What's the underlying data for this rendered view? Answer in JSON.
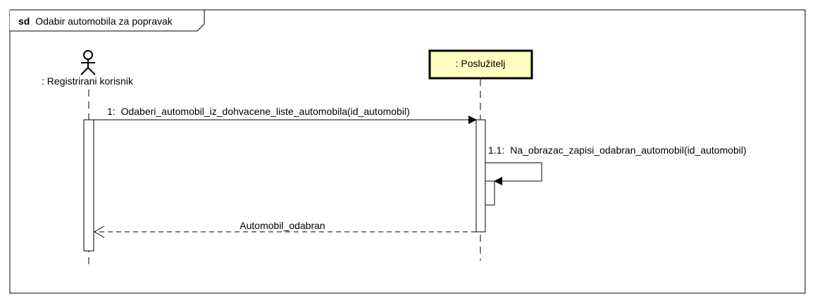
{
  "frame": {
    "keyword": "sd",
    "title": "Odabir automobila za popravak"
  },
  "lifelines": [
    {
      "name": ": Registrirani korisnik",
      "kind": "actor"
    },
    {
      "name": ": Poslužitelj",
      "kind": "object",
      "fill": "#ffffc0"
    }
  ],
  "messages": [
    {
      "number": "1:",
      "text": "Odaberi_automobil_iz_dohvacene_liste_automobila(id_automobil)",
      "type": "synchronous"
    },
    {
      "number": "1.1:",
      "text": "Na_obrazac_zapisi_odabran_automobil(id_automobil)",
      "type": "self"
    },
    {
      "number": "",
      "text": "Automobil_odabran",
      "type": "reply"
    }
  ],
  "colors": {
    "line": "#000000",
    "object_fill": "#ffffc0",
    "background": "#ffffff"
  }
}
